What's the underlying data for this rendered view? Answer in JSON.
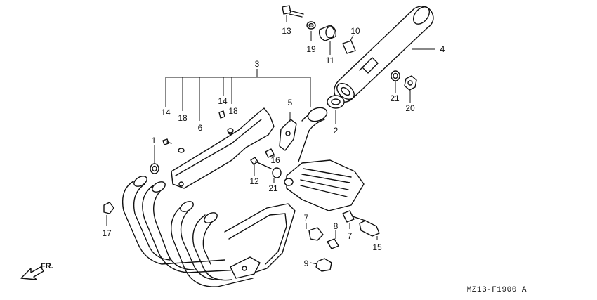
{
  "figure": {
    "reference_code": "MZ13-F1900 A",
    "direction_label": "FR.",
    "callouts": [
      {
        "key": "c1",
        "text": "1"
      },
      {
        "key": "c2",
        "text": "2"
      },
      {
        "key": "c3",
        "text": "3"
      },
      {
        "key": "c4",
        "text": "4"
      },
      {
        "key": "c5",
        "text": "5"
      },
      {
        "key": "c6",
        "text": "6"
      },
      {
        "key": "c7a",
        "text": "7"
      },
      {
        "key": "c7b",
        "text": "7"
      },
      {
        "key": "c8",
        "text": "8"
      },
      {
        "key": "c9",
        "text": "9"
      },
      {
        "key": "c10",
        "text": "10"
      },
      {
        "key": "c11",
        "text": "11"
      },
      {
        "key": "c12",
        "text": "12"
      },
      {
        "key": "c13",
        "text": "13"
      },
      {
        "key": "c14a",
        "text": "14"
      },
      {
        "key": "c14b",
        "text": "14"
      },
      {
        "key": "c15",
        "text": "15"
      },
      {
        "key": "c16",
        "text": "16"
      },
      {
        "key": "c17",
        "text": "17"
      },
      {
        "key": "c18a",
        "text": "18"
      },
      {
        "key": "c18b",
        "text": "18"
      },
      {
        "key": "c19",
        "text": "19"
      },
      {
        "key": "c20",
        "text": "20"
      },
      {
        "key": "c21a",
        "text": "21"
      },
      {
        "key": "c21b",
        "text": "21"
      }
    ]
  }
}
